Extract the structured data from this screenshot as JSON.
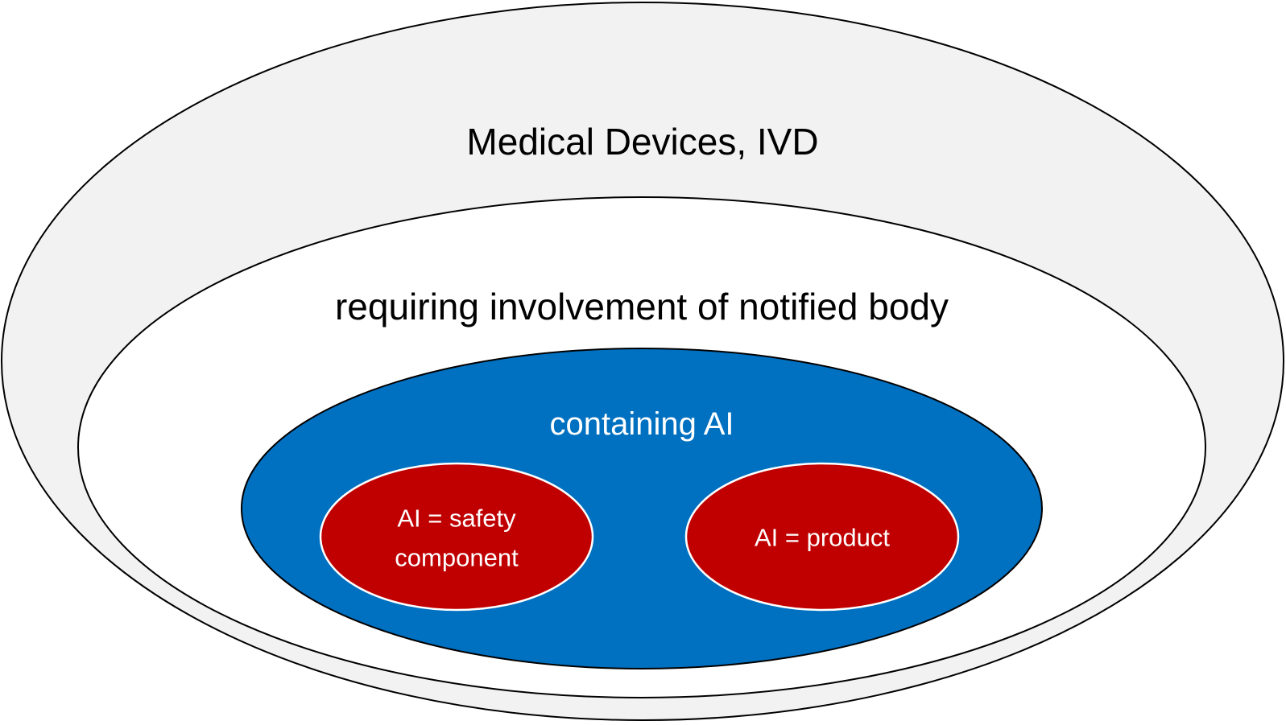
{
  "diagram": {
    "outer": {
      "label": "Medical Devices, IVD",
      "fill": "#f2f2f2",
      "stroke": "#000000"
    },
    "middle": {
      "label": "requiring involvement of notified body",
      "fill": "#ffffff",
      "stroke": "#000000"
    },
    "inner": {
      "label": "containing AI",
      "fill": "#0070c0",
      "stroke": "#000000"
    },
    "left_sub": {
      "label_line1": "AI = safety",
      "label_line2": "component",
      "fill": "#c00000",
      "stroke": "#ffffff"
    },
    "right_sub": {
      "label": "AI = product",
      "fill": "#c00000",
      "stroke": "#ffffff"
    }
  }
}
